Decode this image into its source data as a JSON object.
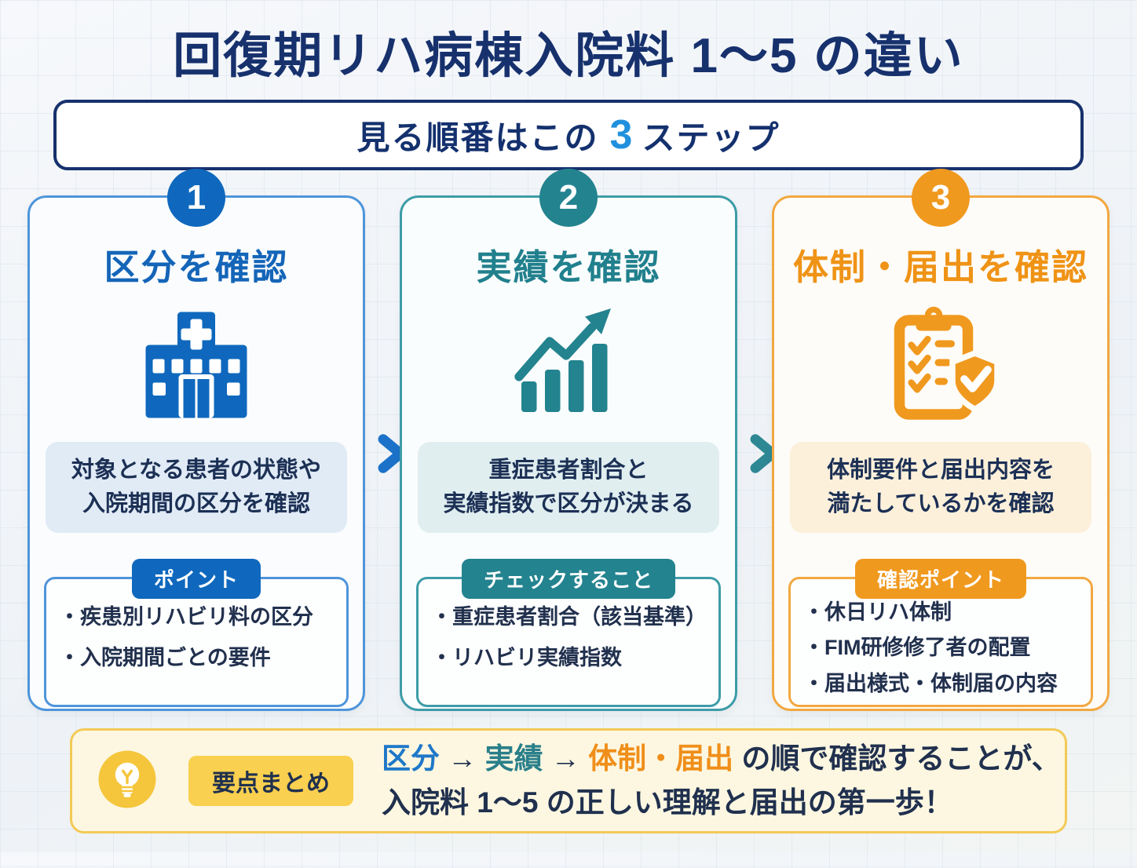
{
  "title": "回復期リハ病棟入院料 1〜5 の違い",
  "subtitle": {
    "prefix": "見る順番はこの",
    "number": "3",
    "suffix": "ステップ",
    "number_color": "#2090dd"
  },
  "steps": [
    {
      "number": "1",
      "heading": "区分を確認",
      "icon": "hospital-icon",
      "desc_line1": "対象となる患者の状態や",
      "desc_line2": "入院期間の区分を確認",
      "badge": "ポイント",
      "points": [
        "・疾患別リハビリ料の区分",
        "・入院期間ごとの要件"
      ],
      "theme": {
        "main": "#0f68bd",
        "heading": "#1465b8",
        "border": "#4e95da",
        "desc_bg": "#e1ebf6",
        "card_bg": "#fafcfe"
      }
    },
    {
      "number": "2",
      "heading": "実績を確認",
      "icon": "bar-chart-rising-icon",
      "desc_line1": "重症患者割合と",
      "desc_line2": "実績指数で区分が決まる",
      "badge": "チェックすること",
      "points": [
        "・重症患者割合（該当基準）",
        "・リハビリ実績指数"
      ],
      "theme": {
        "main": "#23838f",
        "heading": "#21808d",
        "border": "#3d9ca8",
        "desc_bg": "#e0eef0",
        "card_bg": "#fafdfd"
      }
    },
    {
      "number": "3",
      "heading": "体制・届出を確認",
      "icon": "clipboard-shield-check-icon",
      "desc_line1": "体制要件と届出内容を",
      "desc_line2": "満たしているかを確認",
      "badge": "確認ポイント",
      "points": [
        "・休日リハ体制",
        "・FIM研修修了者の配置",
        "・届出様式・体制届の内容"
      ],
      "theme": {
        "main": "#f0991f",
        "heading": "#ef9316",
        "border": "#f2a840",
        "desc_bg": "#fcf0db",
        "card_bg": "#fefcf8"
      }
    }
  ],
  "arrows": [
    {
      "color": "#1b72c8"
    },
    {
      "color": "#2e8894"
    }
  ],
  "summary": {
    "badge": "要点まとめ",
    "segments": [
      {
        "text": "区分 ",
        "color": "#1e78c8"
      },
      {
        "text": "→ ",
        "color": "#20304e"
      },
      {
        "text": "実績 ",
        "color": "#2a7f8a"
      },
      {
        "text": "→ ",
        "color": "#20304e"
      },
      {
        "text": "体制・届出 ",
        "color": "#ef8f1a"
      },
      {
        "text": "の順で確認することが、",
        "color": "#20304e"
      }
    ],
    "line2": "入院料 1〜5 の正しい理解と届出の第一歩！",
    "line2_color": "#20304e",
    "accent_colors": {
      "box_bg": "#fdf7e1",
      "box_border": "#f3ca56",
      "bulb_bg": "#f5c63c",
      "badge_bg": "#f9d04f"
    }
  }
}
